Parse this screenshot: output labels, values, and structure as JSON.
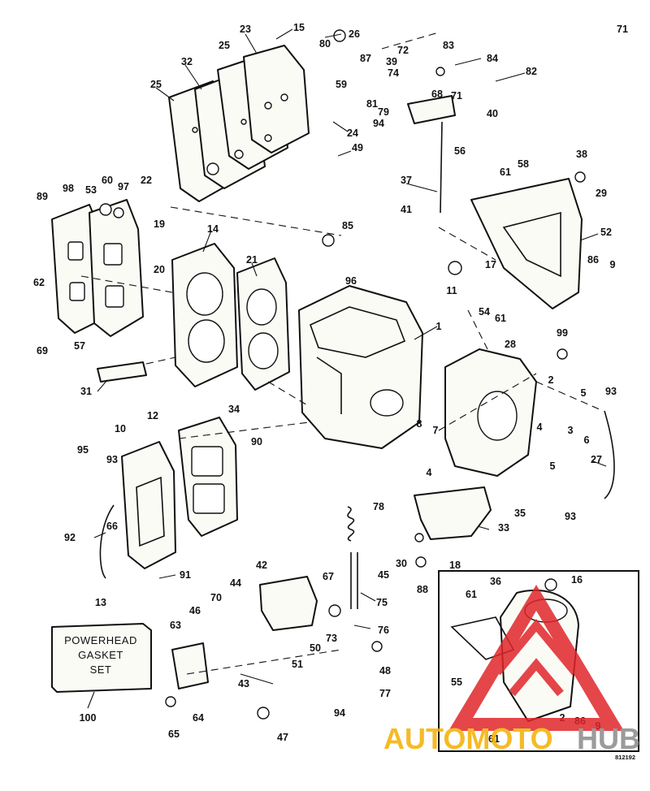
{
  "diagram": {
    "callouts": [
      "15",
      "23",
      "26",
      "80",
      "87",
      "59",
      "72",
      "83",
      "84",
      "39",
      "74",
      "68",
      "71",
      "82",
      "81",
      "40",
      "79",
      "94",
      "56",
      "24",
      "49",
      "32",
      "25",
      "25",
      "60",
      "97",
      "22",
      "89",
      "98",
      "53",
      "19",
      "20",
      "14",
      "85",
      "21",
      "96",
      "62",
      "69",
      "57",
      "1",
      "31",
      "37",
      "41",
      "52",
      "61",
      "58",
      "38",
      "29",
      "17",
      "11",
      "86",
      "9",
      "54",
      "61",
      "28",
      "99",
      "2",
      "5",
      "93",
      "3",
      "6",
      "4",
      "5",
      "27",
      "34",
      "90",
      "8",
      "7",
      "4",
      "12",
      "10",
      "95",
      "93",
      "92",
      "66",
      "91",
      "13",
      "78",
      "33",
      "45",
      "30",
      "18",
      "88",
      "35",
      "93",
      "42",
      "44",
      "70",
      "46",
      "67",
      "75",
      "76",
      "73",
      "50",
      "48",
      "51",
      "77",
      "43",
      "94",
      "47",
      "63",
      "64",
      "65",
      "100",
      "36",
      "16",
      "61",
      "55",
      "2",
      "86",
      "9",
      "61",
      "71"
    ],
    "label_box": {
      "line1": "POWERHEAD",
      "line2": "GASKET",
      "line3": "SET"
    },
    "reference_code": "812192"
  },
  "watermark": {
    "text_a": "AUTOMOTO",
    "text_b": "HUB",
    "color_a": "#f4b000",
    "color_b": "#8a8a8a",
    "triangle_color": "#e0262a"
  }
}
